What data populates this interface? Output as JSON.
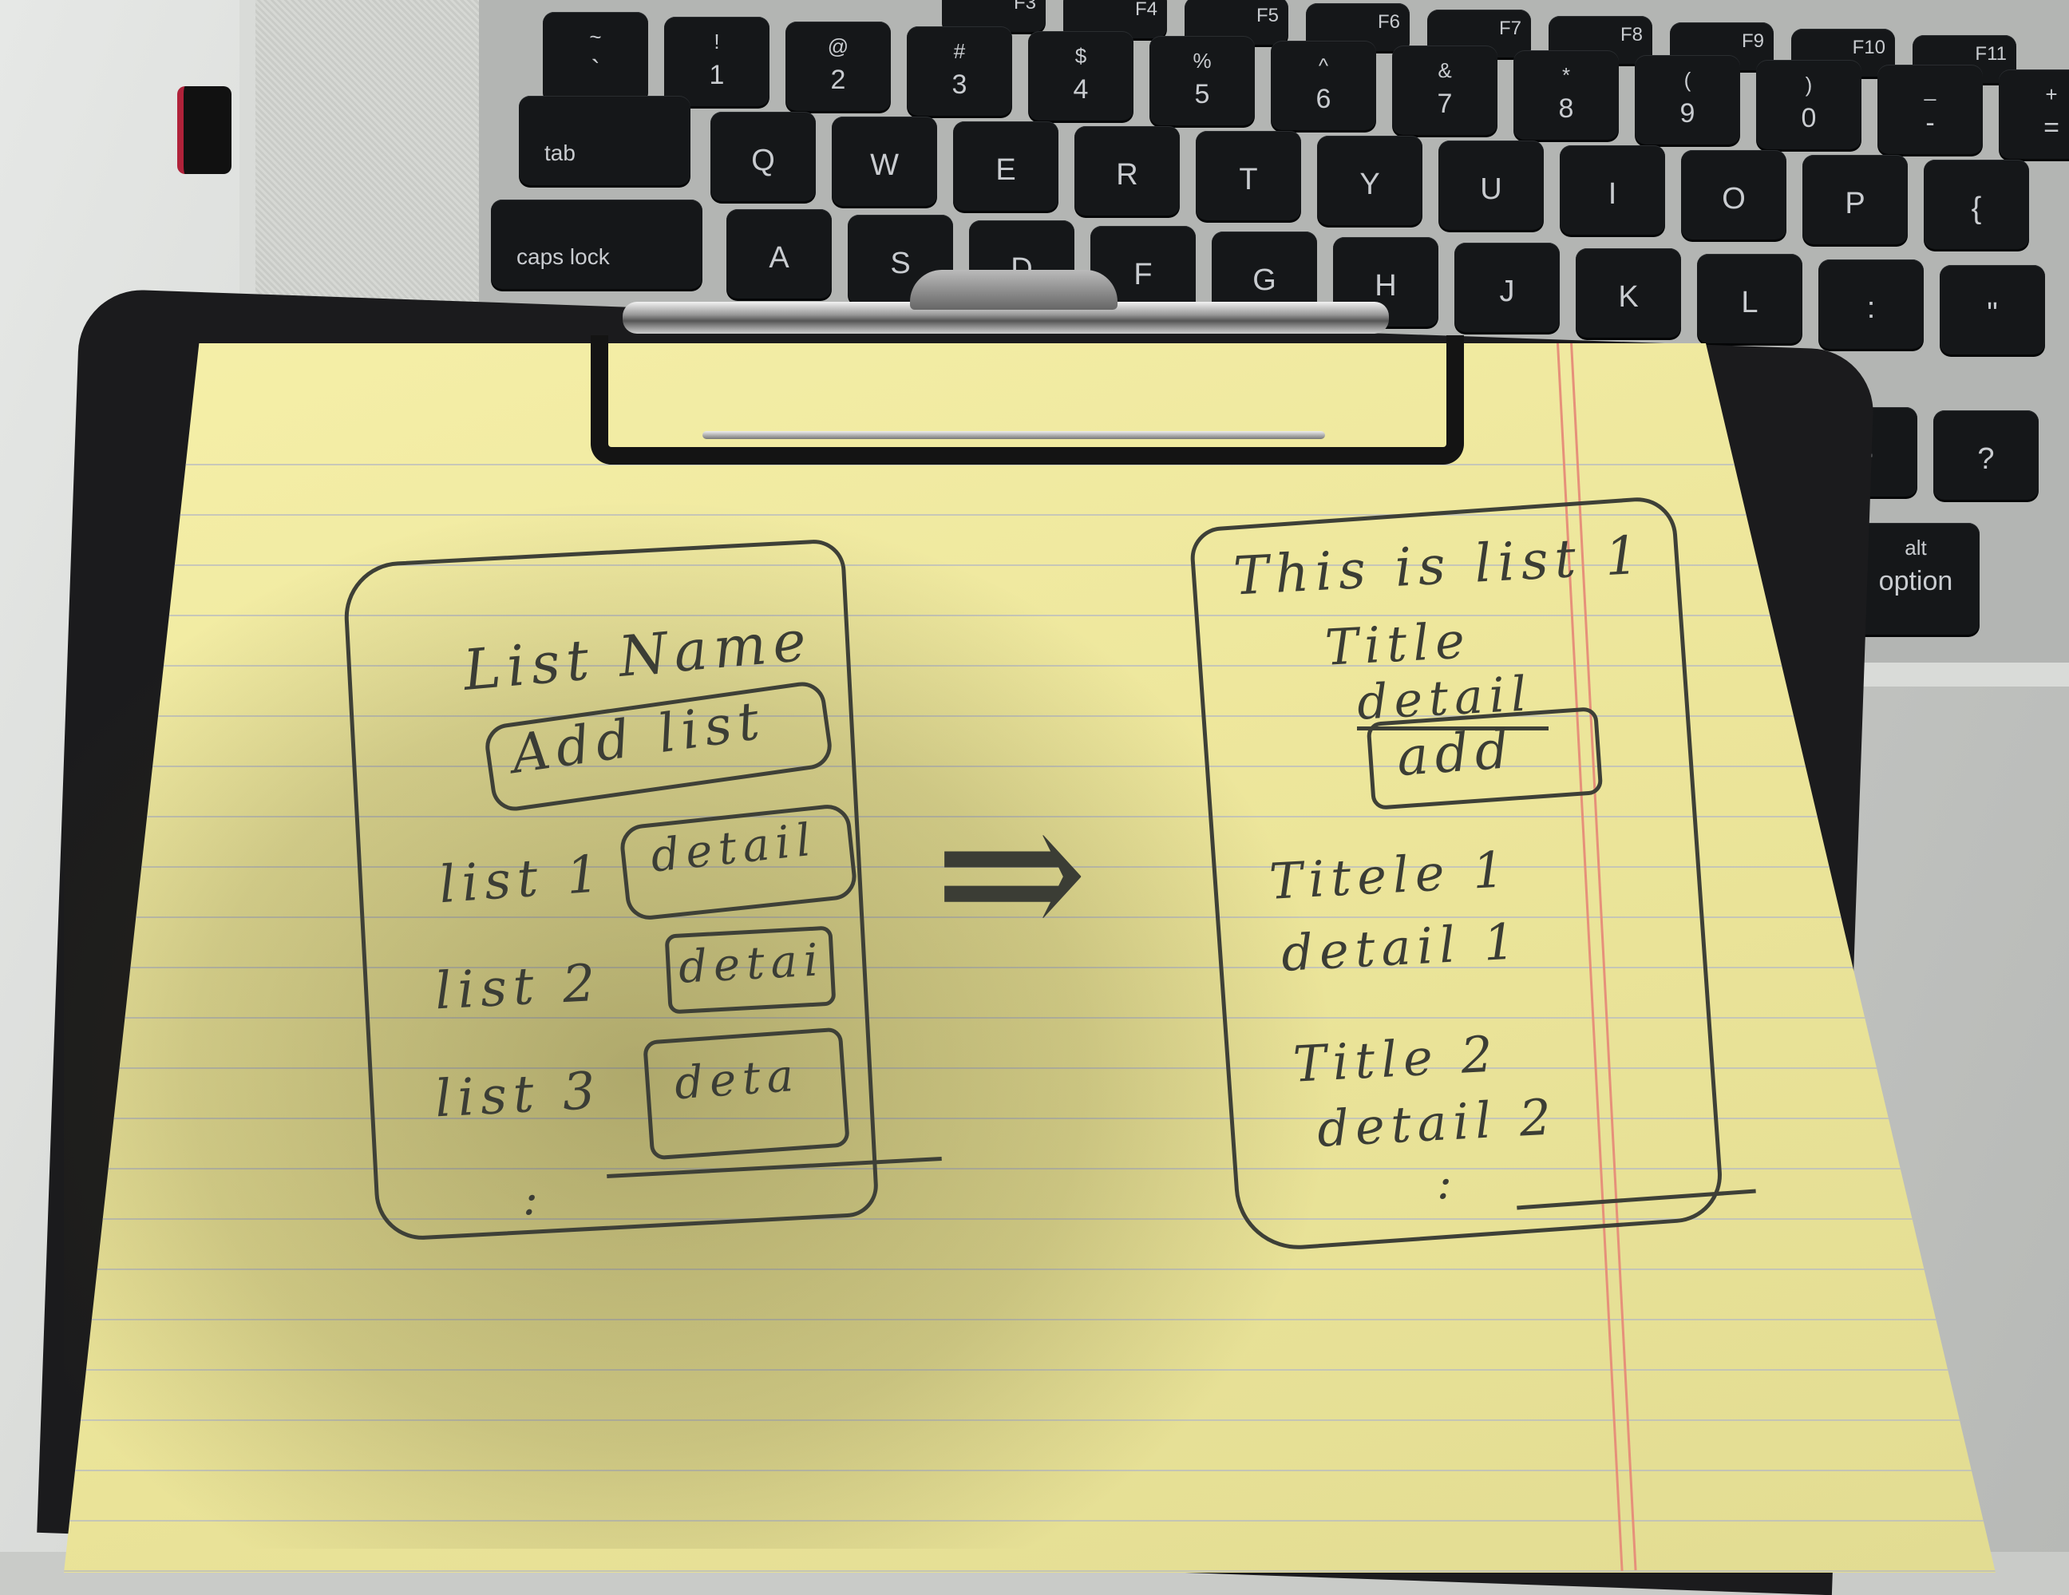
{
  "keyboard": {
    "function_keys": [
      "F3",
      "F4",
      "F5",
      "F6",
      "F7",
      "F8",
      "F9",
      "F10",
      "F11"
    ],
    "number_row": [
      {
        "top": "~",
        "main": "`"
      },
      {
        "top": "!",
        "main": "1"
      },
      {
        "top": "@",
        "main": "2"
      },
      {
        "top": "#",
        "main": "3"
      },
      {
        "top": "$",
        "main": "4"
      },
      {
        "top": "%",
        "main": "5"
      },
      {
        "top": "^",
        "main": "6"
      },
      {
        "top": "&",
        "main": "7"
      },
      {
        "top": "*",
        "main": "8"
      },
      {
        "top": "(",
        "main": "9"
      },
      {
        "top": ")",
        "main": "0"
      },
      {
        "top": "_",
        "main": "-"
      },
      {
        "top": "+",
        "main": "="
      }
    ],
    "tab_label": "tab",
    "top_row": [
      "Q",
      "W",
      "E",
      "R",
      "T",
      "Y",
      "U",
      "I",
      "O",
      "P",
      "{"
    ],
    "caps_label": "caps lock",
    "home_row": [
      "A",
      "S",
      "D",
      "F",
      "G",
      "H",
      "J",
      "K",
      "L",
      ":",
      "\""
    ],
    "bottom_right_keys": [
      ">",
      "?"
    ],
    "option_label": "option",
    "alt_label": "alt"
  },
  "sketch_left": {
    "heading": "List Name",
    "add_button": "Add list",
    "rows": [
      {
        "label": "list 1",
        "button": "detail"
      },
      {
        "label": "list 2",
        "button": "detai"
      },
      {
        "label": "list 3",
        "button": "deta"
      }
    ],
    "more": ":"
  },
  "arrow": "⇒",
  "sketch_right": {
    "heading": "This is list 1",
    "form_title": "Title",
    "form_detail": "detail",
    "add_button": "add",
    "items": [
      {
        "title": "Titele 1",
        "detail": "detail 1"
      },
      {
        "title": "Title 2",
        "detail": "detail 2"
      }
    ],
    "more": ":"
  },
  "colors": {
    "paper": "#f3eca0",
    "rule_line": "#b9bcc0",
    "margin_line": "#e6907a",
    "ink": "#3b3d35",
    "clipboard": "#1d1d1f",
    "laptop": "#d5d7d4",
    "key": "#151719"
  }
}
